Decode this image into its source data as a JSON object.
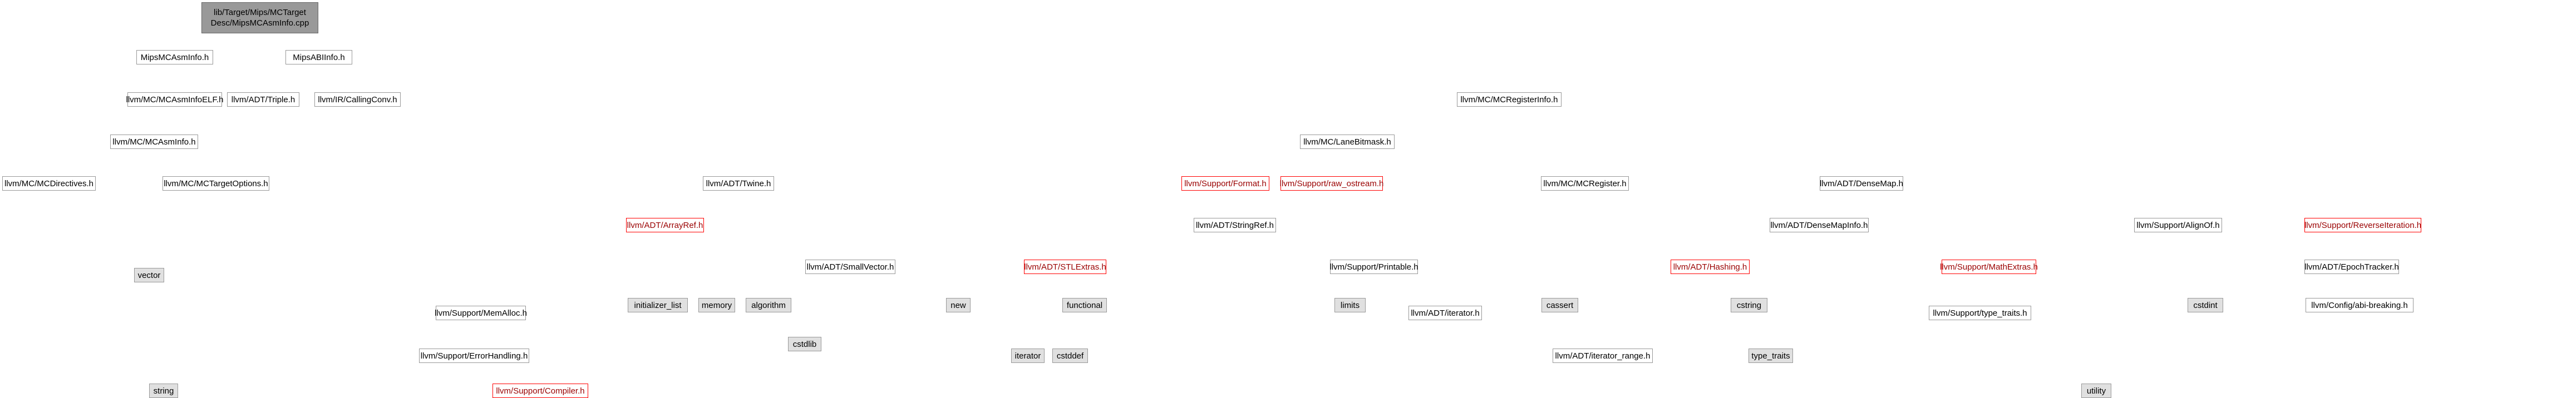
{
  "root": {
    "line1": "lib/Target/Mips/MCTarget",
    "line2": "Desc/MipsMCAsmInfo.cpp"
  },
  "nodes": {
    "MipsMCAsmInfo": "MipsMCAsmInfo.h",
    "MipsABIInfo": "MipsABIInfo.h",
    "MCAsmInfoELF": "llvm/MC/MCAsmInfoELF.h",
    "Triple": "llvm/ADT/Triple.h",
    "CallingConv": "llvm/IR/CallingConv.h",
    "MCRegisterInfo": "llvm/MC/MCRegisterInfo.h",
    "MCAsmInfo": "llvm/MC/MCAsmInfo.h",
    "MCDirectives": "llvm/MC/MCDirectives.h",
    "MCTargetOptions": "llvm/MC/MCTargetOptions.h",
    "Twine": "llvm/ADT/Twine.h",
    "LaneBitmask": "llvm/MC/LaneBitmask.h",
    "MCRegister": "llvm/MC/MCRegister.h",
    "DenseMap": "llvm/ADT/DenseMap.h",
    "Format": "llvm/Support/Format.h",
    "raw_ostream": "llvm/Support/raw_ostream.h",
    "ArrayRef": "llvm/ADT/ArrayRef.h",
    "StringRef": "llvm/ADT/StringRef.h",
    "DenseMapInfo": "llvm/ADT/DenseMapInfo.h",
    "AlignOf": "llvm/Support/AlignOf.h",
    "ReverseIteration": "llvm/Support/ReverseIteration.h",
    "SmallVector": "llvm/ADT/SmallVector.h",
    "STLExtras": "llvm/ADT/STLExtras.h",
    "Printable": "llvm/Support/Printable.h",
    "Hashing": "llvm/ADT/Hashing.h",
    "MathExtras": "llvm/Support/MathExtras.h",
    "EpochTracker": "llvm/ADT/EpochTracker.h",
    "MemAlloc": "llvm/Support/MemAlloc.h",
    "Iterator": "llvm/ADT/iterator.h",
    "type_traits_support": "llvm/Support/type_traits.h",
    "ConfigAbiBreaking": "llvm/Config/abi-breaking.h",
    "ErrorHandling": "llvm/Support/ErrorHandling.h",
    "iterator_range": "llvm/ADT/iterator_range.h",
    "Compiler": "llvm/Support/Compiler.h",
    "vector": "vector",
    "initializer_list": "initializer_list",
    "memory": "memory",
    "algorithm": "algorithm",
    "new": "new",
    "functional": "functional",
    "limits": "limits",
    "cassert": "cassert",
    "cstring": "cstring",
    "cstdint": "cstdint",
    "cstdlib": "cstdlib",
    "iterator": "iterator",
    "cstddef": "cstddef",
    "type_traits": "type_traits",
    "string": "string",
    "utility": "utility"
  }
}
